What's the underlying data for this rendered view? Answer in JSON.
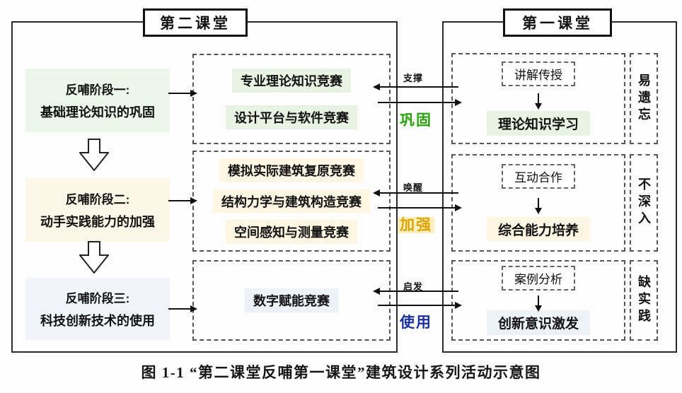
{
  "left_panel": {
    "title": "第二课堂",
    "stages": [
      {
        "line1": "反哺阶段一:",
        "line2": "基础理论知识的巩固"
      },
      {
        "line1": "反哺阶段二:",
        "line2": "动手实践能力的加强"
      },
      {
        "line1": "反哺阶段三:",
        "line2": "科技创新技术的使用"
      }
    ],
    "competition_groups": [
      {
        "items": [
          "专业理论知识竞赛",
          "设计平台与软件竞赛"
        ]
      },
      {
        "items": [
          "模拟实际建筑复原竞赛",
          "结构力学与建筑构造竞赛",
          "空间感知与测量竞赛"
        ]
      },
      {
        "items": [
          "数字赋能竞赛"
        ]
      }
    ]
  },
  "connectors": [
    {
      "top_label": "支撑",
      "bottom_label": "巩固",
      "color": "#27a40a"
    },
    {
      "top_label": "唤醒",
      "bottom_label": "加强",
      "color": "#dfa300"
    },
    {
      "top_label": "启发",
      "bottom_label": "使用",
      "color": "#1b2f9e"
    }
  ],
  "right_panel": {
    "title": "第一课堂",
    "groups": [
      {
        "method": "讲解传授",
        "outcome": "理论知识学习",
        "weakness": "易遗忘"
      },
      {
        "method": "互动合作",
        "outcome": "综合能力培养",
        "weakness": "不深入"
      },
      {
        "method": "案例分析",
        "outcome": "创新意识激发",
        "weakness": "缺实践"
      }
    ]
  },
  "caption": "图 1-1 “第二课堂反哺第一课堂”建筑设计系列活动示意图",
  "colors": {
    "consolidate_green": "#27a40a",
    "strengthen_gold": "#dfa300",
    "use_blue": "#1b2f9e",
    "tint_green": "#e9f3e4",
    "tint_yellow": "#fcf6e3",
    "tint_blue": "#edf1f8"
  }
}
